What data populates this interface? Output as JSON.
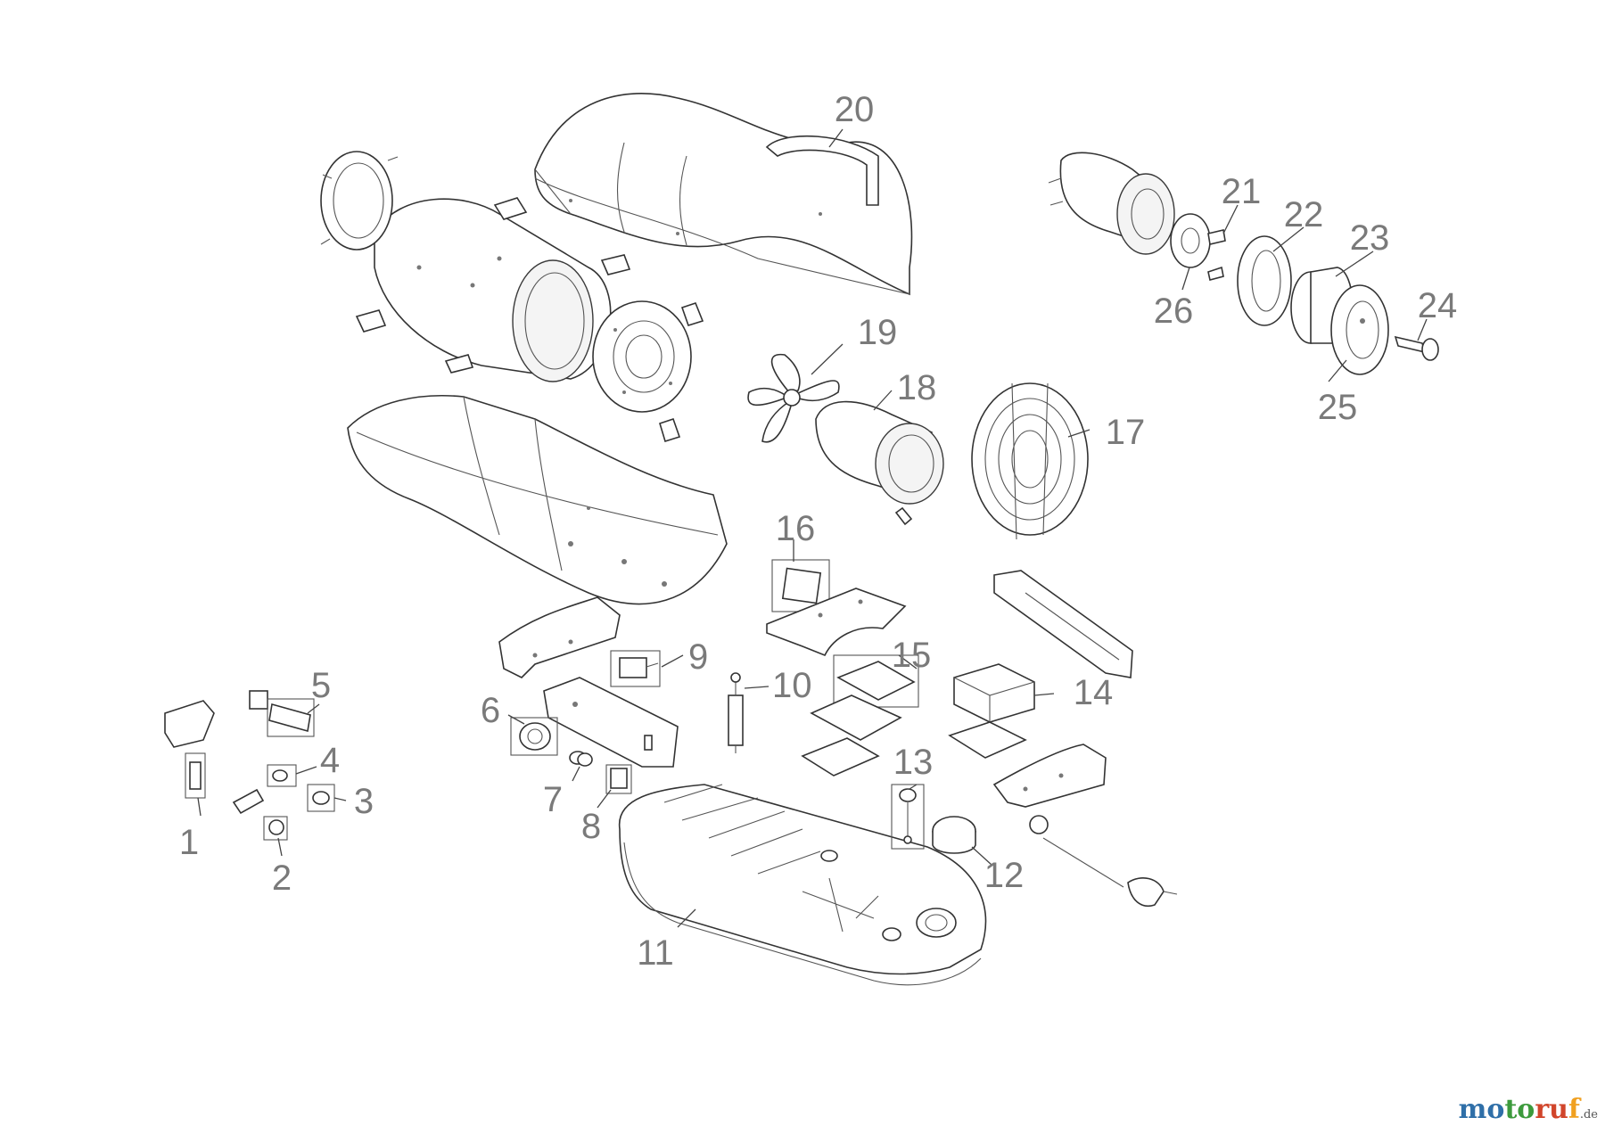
{
  "diagram": {
    "labels": [
      "1",
      "2",
      "3",
      "4",
      "5",
      "6",
      "7",
      "8",
      "9",
      "10",
      "11",
      "12",
      "13",
      "14",
      "15",
      "16",
      "17",
      "18",
      "19",
      "20",
      "21",
      "22",
      "23",
      "24",
      "25",
      "26"
    ]
  },
  "watermark": {
    "part1": "mo",
    "part2": "to",
    "part3": "ru",
    "part4": "f",
    "tld": ".de"
  },
  "colors": {
    "label": "#7a7a7a",
    "line": "#333333",
    "watermark_blue": "#2f6fa8",
    "watermark_green": "#3c9a3c",
    "watermark_red": "#d1452b",
    "watermark_orange": "#f0a020"
  }
}
